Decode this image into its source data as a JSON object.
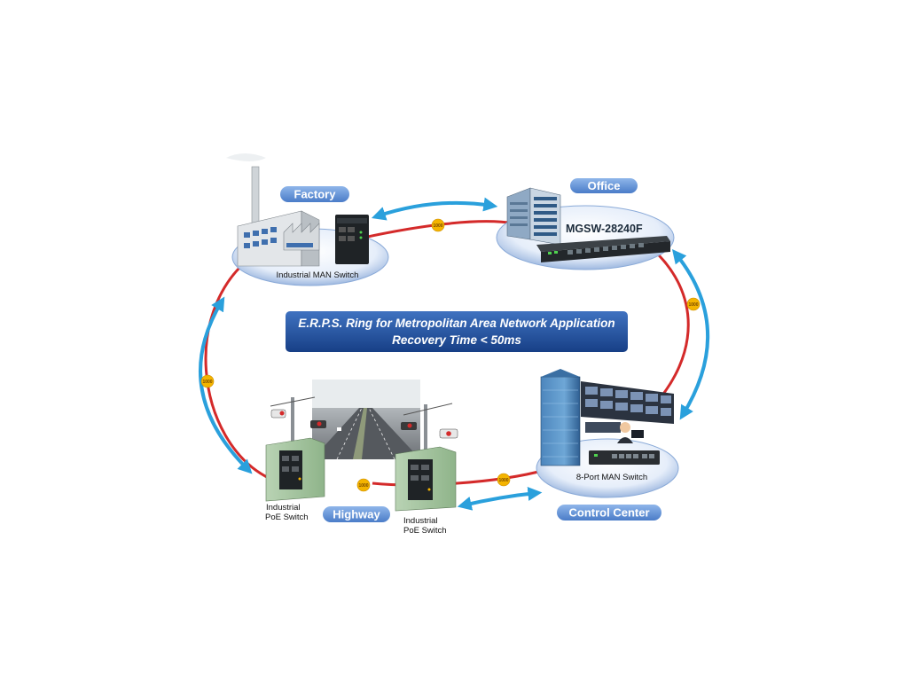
{
  "diagram": {
    "title_line1": "E.R.P.S. Ring for Metropolitan Area Network Application",
    "title_line2": "Recovery Time < 50ms",
    "sites": {
      "factory": {
        "label": "Factory",
        "device": "Industrial MAN Switch"
      },
      "office": {
        "label": "Office",
        "model": "MGSW-28240F"
      },
      "control_center": {
        "label": "Control Center",
        "device": "8-Port MAN Switch"
      },
      "highway": {
        "label": "Highway",
        "device_left_line1": "Industrial",
        "device_left_line2": "PoE Switch",
        "device_right_line1": "Industrial",
        "device_right_line2": "PoE Switch"
      }
    },
    "link_badges": {
      "top": "1000",
      "right": "1000",
      "left": "1000",
      "bottom_left": "1000",
      "bottom_right": "1000"
    },
    "colors": {
      "ring": "#d42a2a",
      "arrow": "#2aa0dc",
      "pill": "#5b8fd6",
      "title_bg": "#1d4f9c",
      "platform": "#dfe9f7",
      "badge": "#f4b400"
    }
  }
}
